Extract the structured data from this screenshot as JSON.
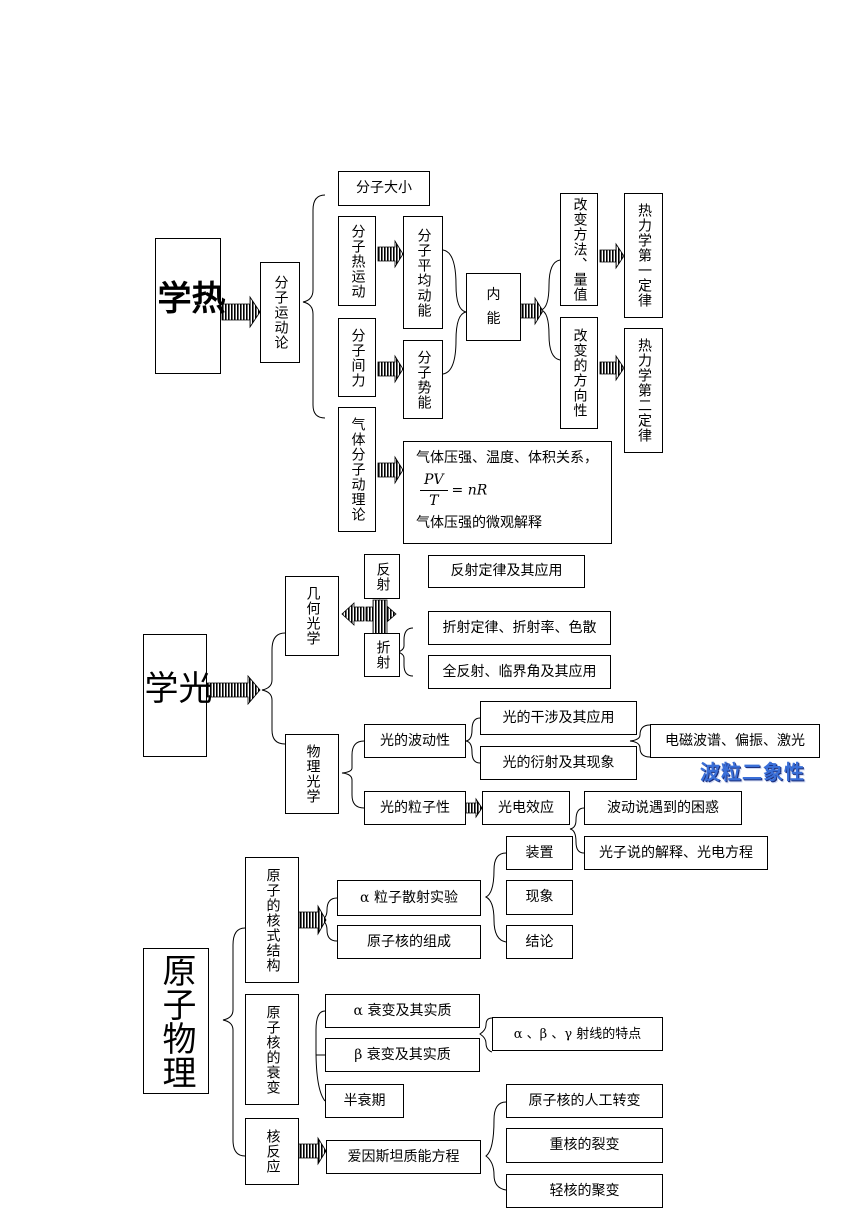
{
  "thermo": {
    "title": "热\n学",
    "molecular_theory": "分子运动论",
    "molecule_size": "分子大小",
    "thermal_motion": "分子热运动",
    "avg_kinetic": "分子平均动能",
    "intermolecular_force": "分子间力",
    "potential_energy": "分子势能",
    "internal_energy": "内\n\n能",
    "change_method": "改变方法、量值",
    "change_direction": "改变的方向性",
    "first_law": "热力学第一定律",
    "second_law": "热力学第二定律",
    "kinetic_gas_theory": "气体分子动理论",
    "gas_relation_line1": "气体压强、温度、体积关系，",
    "formula_num": "PV",
    "formula_den": "T",
    "formula_rhs": "= nR",
    "gas_relation_line3": "气体压强的微观解释"
  },
  "optics": {
    "title": "光\n学",
    "geometric": "几何光学",
    "reflection": "反射",
    "refraction": "折射",
    "reflection_law": "反射定律及其应用",
    "refraction_law": "折射定律、折射率、色散",
    "total_reflection": "全反射、临界角及其应用",
    "physical": "物理光学",
    "wave_nature": "光的波动性",
    "interference": "光的干涉及其应用",
    "diffraction": "光的衍射及其现象",
    "em_spectrum": "电磁波谱、偏振、激光",
    "duality": "波粒二象性",
    "particle_nature": "光的粒子性",
    "photoelectric": "光电效应",
    "wave_difficulty": "波动说遇到的困惑",
    "photon_theory": "光子说的解释、光电方程"
  },
  "atomic": {
    "title": "原子物理",
    "nuclear_structure": "原子的核式结构",
    "alpha_scattering": "α 粒子散射实验",
    "nucleus_composition": "原子核的组成",
    "apparatus": "装置",
    "phenomenon": "现象",
    "conclusion": "结论",
    "nuclear_decay": "原子核的衰变",
    "alpha_decay": "α 衰变及其实质",
    "beta_decay": "β 衰变及其实质",
    "half_life": "半衰期",
    "ray_features": "α 、β 、γ 射线的特点",
    "nuclear_reaction": "核反应",
    "einstein_equation": "爱因斯坦质能方程",
    "artificial_transmutation": "原子核的人工转变",
    "fission": "重核的裂变",
    "fusion": "轻核的聚变"
  }
}
